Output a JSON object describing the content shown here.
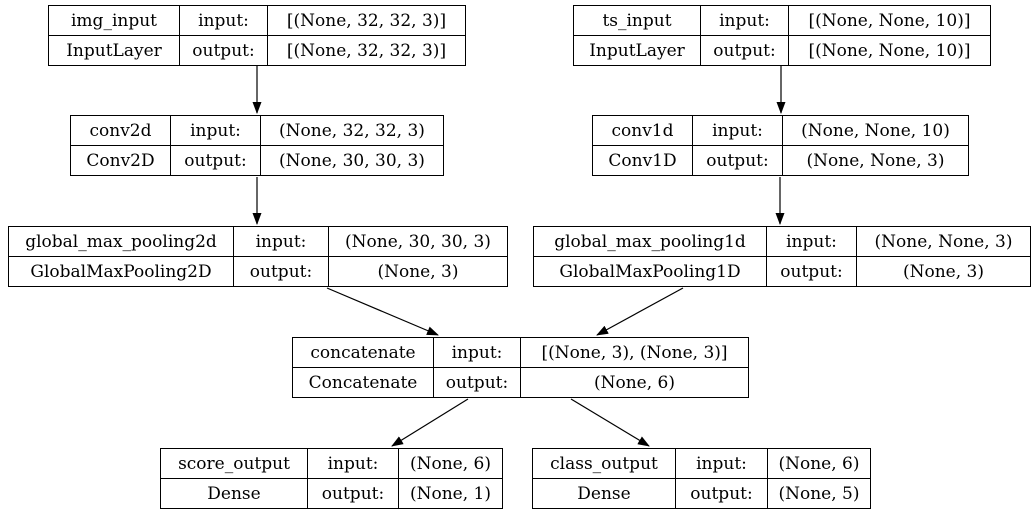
{
  "labels": {
    "input": "input:",
    "output": "output:"
  },
  "colors": {
    "border": "#000000",
    "background": "#ffffff",
    "text": "#000000"
  },
  "nodes": [
    {
      "id": "img_input",
      "name": "img_input",
      "type": "InputLayer",
      "input": "[(None, 32, 32, 3)]",
      "output": "[(None, 32, 32, 3)]"
    },
    {
      "id": "ts_input",
      "name": "ts_input",
      "type": "InputLayer",
      "input": "[(None, None, 10)]",
      "output": "[(None, None, 10)]"
    },
    {
      "id": "conv2d",
      "name": "conv2d",
      "type": "Conv2D",
      "input": "(None, 32, 32, 3)",
      "output": "(None, 30, 30, 3)"
    },
    {
      "id": "conv1d",
      "name": "conv1d",
      "type": "Conv1D",
      "input": "(None, None, 10)",
      "output": "(None, None, 3)"
    },
    {
      "id": "global_max_pooling2d",
      "name": "global_max_pooling2d",
      "type": "GlobalMaxPooling2D",
      "input": "(None, 30, 30, 3)",
      "output": "(None, 3)"
    },
    {
      "id": "global_max_pooling1d",
      "name": "global_max_pooling1d",
      "type": "GlobalMaxPooling1D",
      "input": "(None, None, 3)",
      "output": "(None, 3)"
    },
    {
      "id": "concatenate",
      "name": "concatenate",
      "type": "Concatenate",
      "input": "[(None, 3), (None, 3)]",
      "output": "(None, 6)"
    },
    {
      "id": "score_output",
      "name": "score_output",
      "type": "Dense",
      "input": "(None, 6)",
      "output": "(None, 1)"
    },
    {
      "id": "class_output",
      "name": "class_output",
      "type": "Dense",
      "input": "(None, 6)",
      "output": "(None, 5)"
    }
  ],
  "edges": [
    {
      "from": "img_input",
      "to": "conv2d"
    },
    {
      "from": "ts_input",
      "to": "conv1d"
    },
    {
      "from": "conv2d",
      "to": "global_max_pooling2d"
    },
    {
      "from": "conv1d",
      "to": "global_max_pooling1d"
    },
    {
      "from": "global_max_pooling2d",
      "to": "concatenate"
    },
    {
      "from": "global_max_pooling1d",
      "to": "concatenate"
    },
    {
      "from": "concatenate",
      "to": "score_output"
    },
    {
      "from": "concatenate",
      "to": "class_output"
    }
  ]
}
